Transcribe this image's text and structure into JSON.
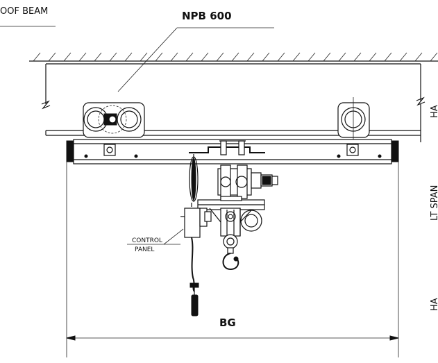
{
  "labels": {
    "roof_beam": "OOF  BEAM",
    "beam_type": "NPB 600",
    "control_panel_line1": "CONTROL",
    "control_panel_line2": "PANEL",
    "span_dimension": "BG",
    "side_top": "HA",
    "side_mid": "LT SPAN",
    "side_bottom": "HA"
  },
  "colors": {
    "line": "#111111",
    "background": "#ffffff"
  }
}
